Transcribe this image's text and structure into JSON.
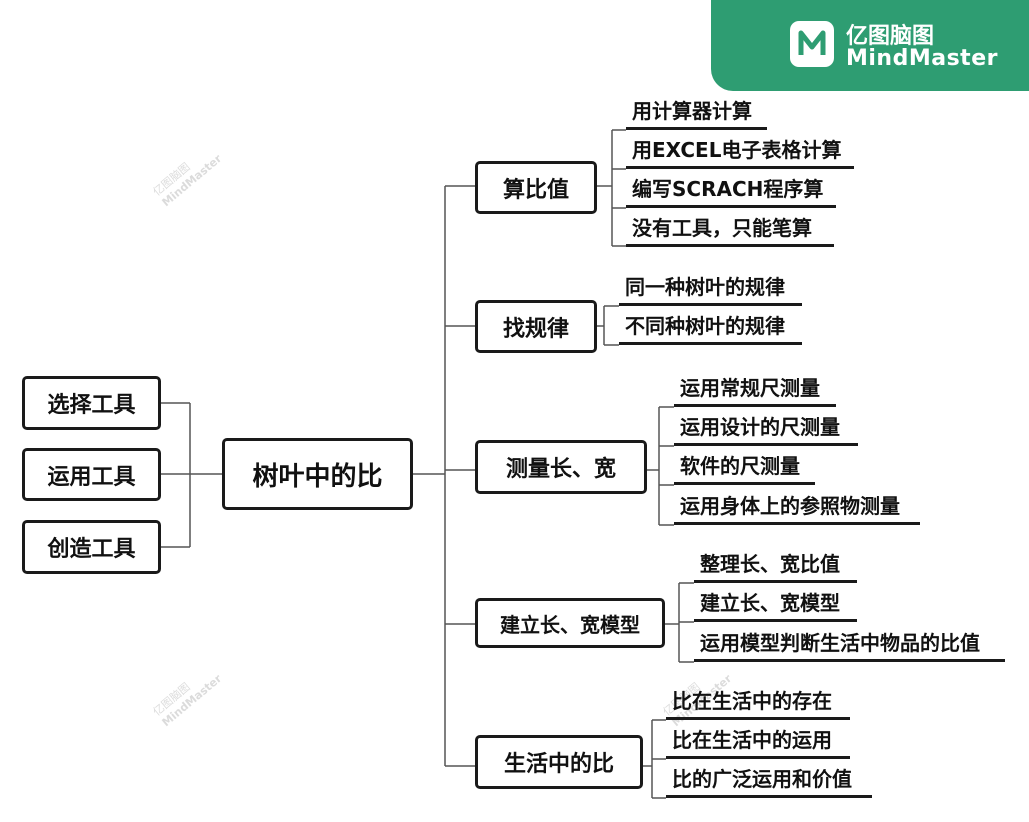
{
  "brand": {
    "name_cn": "亿图脑图",
    "name_en": "MindMaster"
  },
  "watermark": {
    "name_cn": "亿图脑图",
    "name_en": "MindMaster"
  },
  "mindmap": {
    "root": "树叶中的比",
    "left_branches": [
      "选择工具",
      "运用工具",
      "创造工具"
    ],
    "branches": [
      {
        "label": "算比值",
        "leaves": [
          "用计算器计算",
          "用EXCEL电子表格计算",
          "编写SCRACH程序算",
          "没有工具，只能笔算"
        ]
      },
      {
        "label": "找规律",
        "leaves": [
          "同一种树叶的规律",
          "不同种树叶的规律"
        ]
      },
      {
        "label": "测量长、宽",
        "leaves": [
          "运用常规尺测量",
          "运用设计的尺测量",
          "软件的尺测量",
          "运用身体上的参照物测量"
        ]
      },
      {
        "label": "建立长、宽模型",
        "leaves": [
          "整理长、宽比值",
          "建立长、宽模型",
          "运用模型判断生活中物品的比值"
        ]
      },
      {
        "label": "生活中的比",
        "leaves": [
          "比在生活中的存在",
          "比在生活中的运用",
          "比的广泛运用和价值"
        ]
      }
    ]
  },
  "colors": {
    "brand_green": "#2e9d72",
    "border": "#1a1a1a",
    "connector": "#555555"
  },
  "icons": [
    "mindmaster-logo-icon"
  ]
}
